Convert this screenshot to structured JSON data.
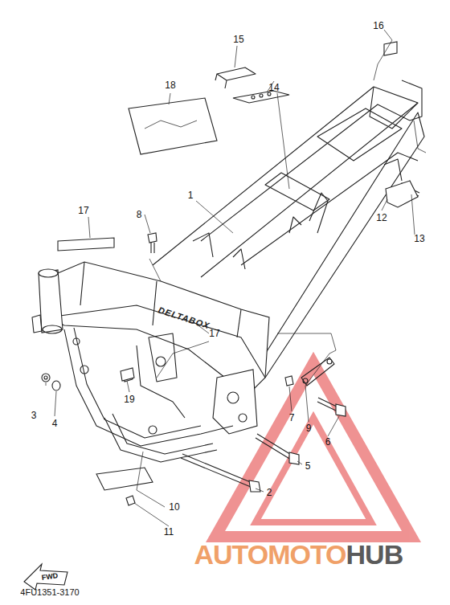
{
  "diagram": {
    "labels": [
      "1",
      "2",
      "3",
      "4",
      "5",
      "6",
      "7",
      "8",
      "9",
      "10",
      "11",
      "12",
      "13",
      "14",
      "15",
      "16",
      "17",
      "17",
      "18",
      "19",
      "DELTABOX",
      "FWD",
      "4FU1351-3170",
      "AUTOMOTO",
      "HUB"
    ]
  }
}
